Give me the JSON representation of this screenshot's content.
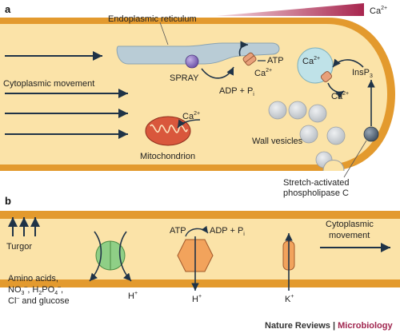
{
  "panel_a": {
    "letter": "a",
    "gradient_label": "Ca",
    "gradient_label_sup": "2+",
    "er_label": "Endoplasmic reticulum",
    "atp_label": "ATP",
    "ca_er_label": "Ca",
    "ca_er_sup": "2+",
    "spray_label": "SPRAY",
    "adp_label": "ADP + P",
    "adp_sub": "i",
    "cyto_label": "Cytoplasmic movement",
    "ca_mito_label": "Ca",
    "ca_mito_sup": "2+",
    "mito_label": "Mitochondrion",
    "ca_vacuole_label": "Ca",
    "ca_vacuole_sup": "2+",
    "ca_release_label": "Ca",
    "ca_release_sup": "2+",
    "insp3_label": "InsP",
    "insp3_sub": "3",
    "wall_vesicles_label": "Wall vesicles",
    "plc_label_line1": "Stretch-activated",
    "plc_label_line2": "phospholipase C"
  },
  "panel_b": {
    "letter": "b",
    "turgor_label": "Turgor",
    "cyto_label_line1": "Cytoplasmic",
    "cyto_label_line2": "movement",
    "amino_line1": "Amino acids,",
    "amino_line2_a": "NO",
    "amino_line2_sub1": "3",
    "amino_line2_sup1": "–",
    "amino_line2_b": ", H",
    "amino_line2_sub2": "2",
    "amino_line2_c": "PO",
    "amino_line2_sub3": "4",
    "amino_line2_sup3": "–",
    "amino_line2_d": ",",
    "amino_line3_a": "Cl",
    "amino_line3_sup": "–",
    "amino_line3_b": " and glucose",
    "h_symport_label": "H",
    "h_symport_sup": "+",
    "atp_label": "ATP",
    "adp_label": "ADP + P",
    "adp_sub": "i",
    "h_pump_label": "H",
    "h_pump_sup": "+",
    "k_label": "K",
    "k_sup": "+"
  },
  "credit": {
    "journal": "Nature Reviews",
    "separator": " | ",
    "section": "Microbiology"
  },
  "colors": {
    "cytoplasm": "#fbe3a8",
    "cell_wall": "#e39a2e",
    "er": "#b9ccd6",
    "vesicle": "#c6cbd0",
    "mitochondrion": "#d9573c",
    "spray": "#8a6cc0",
    "symporter": "#8fcf86",
    "pump": "#f2a35c",
    "gradient": "#a8264f",
    "arrow": "#1f3347"
  }
}
